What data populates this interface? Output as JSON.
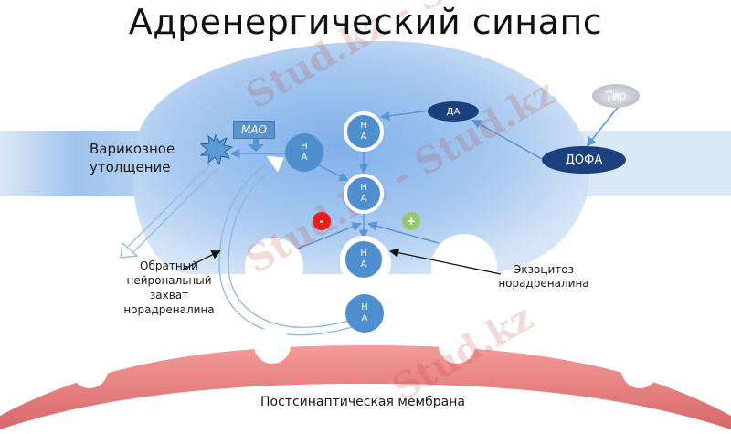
{
  "title": "Адренергический синапс",
  "labels": {
    "varicose": [
      "Варикозное",
      "утолщение"
    ],
    "reuptake": [
      "Обратный",
      "нейрональный",
      "захват",
      "норадреналина"
    ],
    "exocytosis": [
      "Экзоцитоз",
      "норадреналина"
    ],
    "postsynaptic": "Постсинаптическая мембрана"
  },
  "enzyme": {
    "label": "МАО"
  },
  "molecules": {
    "tyrosine": "Тир",
    "dopa": "ДОФА",
    "dopamine": "ДА",
    "na_top": [
      "Н",
      "А"
    ],
    "na_left": [
      "Н",
      "А"
    ],
    "na_mid": [
      "Н",
      "А"
    ],
    "na_vesicle": [
      "Н",
      "А"
    ],
    "na_cleft": [
      "Н",
      "А"
    ]
  },
  "signs": {
    "minus": "-",
    "plus": "+"
  },
  "colors": {
    "terminal": "#a9c9ef",
    "axon_band": "#dbe8f6",
    "node": "#4f8fcf",
    "dark_ellipse": "#1c3f7e",
    "tyr_ellipse": "#c3c8d0",
    "minus": "#e3201b",
    "plus": "#96c869",
    "membrane": "#e98a8a"
  },
  "watermark": "Stud.kz - Stud.kz"
}
